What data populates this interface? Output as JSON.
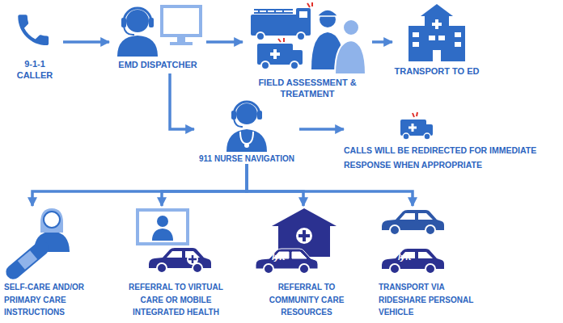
{
  "diagram": {
    "nodes": [
      {
        "text": [
          "9-1-1 CALLER"
        ]
      },
      {
        "text": [
          "EMD DISPATCHER"
        ]
      },
      {
        "text": [
          "FIELD ASSESSMENT & TREATMENT"
        ]
      },
      {
        "text": [
          "TRANSPORT TO ED"
        ]
      },
      {
        "text": [
          "911 NURSE NAVIGATION"
        ]
      },
      {
        "text": [
          "CALLS WILL BE REDIRECTED FOR IMMEDIATE RESPONSE WHEN APPROPRIATE"
        ]
      },
      {
        "text": [
          "SELF-CARE AND/OR PRIMARY CARE INSTRUCTIONS"
        ]
      },
      {
        "text": [
          "REFERRAL TO VIRTUAL CARE OR MOBILE INTEGRATED HEALTH"
        ]
      },
      {
        "text": [
          "REFERRAL TO COMMUNITY CARE RESOURCES"
        ]
      },
      {
        "text": [
          "TRANSPORT VIA RIDESHARE PERSONAL VEHICLE"
        ]
      }
    ],
    "edges": [
      {
        "from": 0,
        "to": 1,
        "arrow": "to"
      },
      {
        "from": 1,
        "to": 2,
        "arrow": "to"
      },
      {
        "from": 2,
        "to": 3,
        "arrow": "to"
      },
      {
        "from": 1,
        "to": 4,
        "arrow": "to"
      },
      {
        "from": 4,
        "to": 5,
        "arrow": "to"
      },
      {
        "from": 4,
        "to": 6,
        "arrow": "to"
      },
      {
        "from": 4,
        "to": 7,
        "arrow": "to"
      },
      {
        "from": 4,
        "to": 8,
        "arrow": "to"
      },
      {
        "from": 4,
        "to": 9,
        "arrow": "to"
      }
    ],
    "labels": [
      "lyft",
      "lyft"
    ]
  }
}
